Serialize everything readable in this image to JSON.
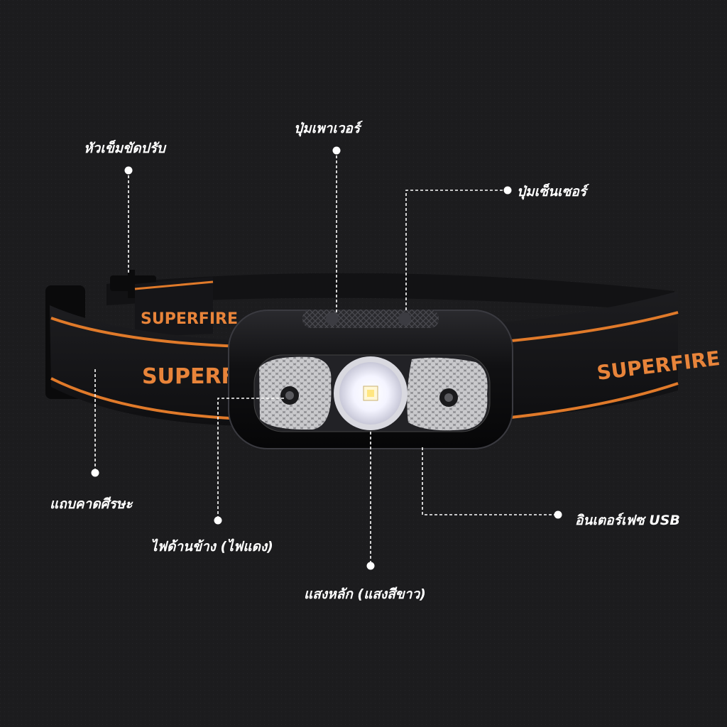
{
  "brand_text": "SUPERFIRE",
  "colors": {
    "background": "#1c1c1e",
    "strap": "#141416",
    "strap_stripe": "#e07a2a",
    "brand_text": "#e8843a",
    "housing": "#0e0e10",
    "main_led": "#f6f6ff",
    "label_text": "#ffffff"
  },
  "callouts": {
    "adjust_buckle": "หัวเข็มขัดปรับ",
    "power_button": "ปุ่มเพาเวอร์",
    "sensor_button": "ปุ่มเซ็นเซอร์",
    "headband": "แถบคาดศีรษะ",
    "usb_interface": "อินเตอร์เฟซ USB",
    "side_light": "ไฟด้านข้าง (ไฟแดง)",
    "main_light": "แสงหลัก (แสงสีขาว)"
  }
}
